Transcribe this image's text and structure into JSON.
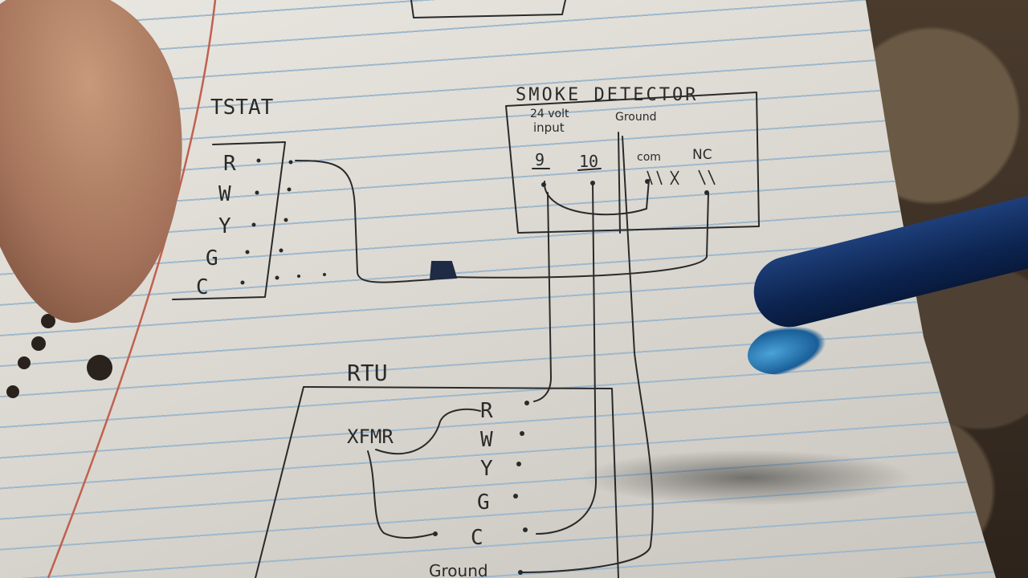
{
  "tstat": {
    "title": "TSTAT",
    "terminals": [
      "R",
      "W",
      "Y",
      "G",
      "C"
    ]
  },
  "smoke_detector": {
    "title": "SMOKE DETECTOR",
    "input_label_1": "24 volt",
    "input_label_2": "input",
    "ground_label": "Ground",
    "terminal_9": "9",
    "terminal_10": "10",
    "com_label": "com",
    "nc_label": "NC"
  },
  "rtu": {
    "title": "RTU",
    "xfmr_label": "XFMR",
    "terminals": [
      "R",
      "W",
      "Y",
      "G",
      "C"
    ],
    "ground_label": "Ground"
  },
  "colors": {
    "ink": "#2a2a2a",
    "paper": "#e4e2dc",
    "rule_line": "#9fb8cc",
    "margin_line": "#c0614f",
    "pen_blue": "#0d2552"
  }
}
